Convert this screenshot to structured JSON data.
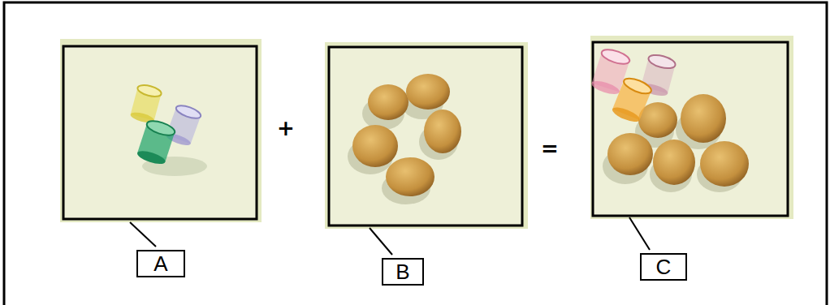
{
  "diagram": {
    "nodes": [
      {
        "text": [
          "A"
        ]
      },
      {
        "text": [
          "B"
        ]
      },
      {
        "text": [
          "C"
        ]
      }
    ],
    "labels": [
      "+",
      "="
    ]
  }
}
